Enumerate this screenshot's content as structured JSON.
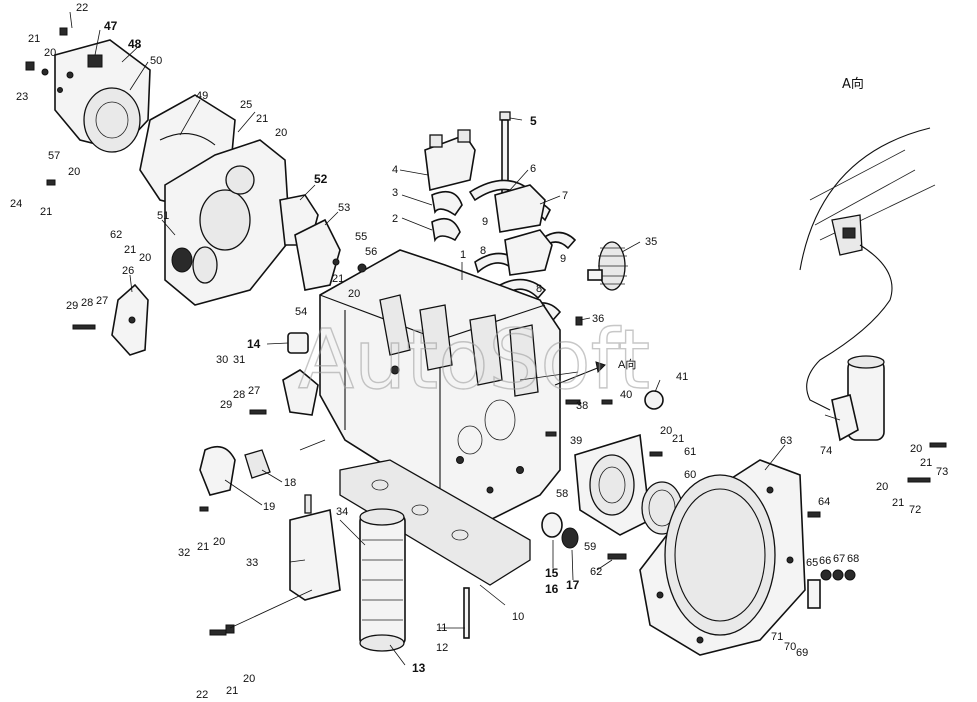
{
  "diagram": {
    "view_title": "A向",
    "watermark": "AutoSoft",
    "a_arrow_label": "A向",
    "labels": {
      "l22a": "22",
      "l47": "47",
      "l21a": "21",
      "l20a": "20",
      "l48": "48",
      "l50": "50",
      "l23": "23",
      "l49": "49",
      "l25": "25",
      "l21b": "21",
      "l20b": "20",
      "l57": "57",
      "l20c": "20",
      "l24": "24",
      "l21c": "21",
      "l52": "52",
      "l53": "53",
      "l51": "51",
      "l62a": "62",
      "l21d": "21",
      "l20d": "20",
      "l26": "26",
      "l29a": "29",
      "l28a": "28",
      "l27a": "27",
      "l5": "5",
      "l4": "4",
      "l6": "6",
      "l3": "3",
      "l7": "7",
      "l2": "2",
      "l9a": "9",
      "l1": "1",
      "l8a": "8",
      "l9b": "9",
      "l8b": "8",
      "l35": "35",
      "l55": "55",
      "l56": "56",
      "l21e": "21",
      "l20e": "20",
      "l54": "54",
      "l14": "14",
      "l30": "30",
      "l31": "31",
      "l28b": "28",
      "l27b": "27",
      "l29b": "29",
      "l36": "36",
      "l41": "41",
      "l38": "38",
      "l40": "40",
      "l39": "39",
      "l20f": "20",
      "l21f": "21",
      "l61": "61",
      "l60": "60",
      "l58": "58",
      "l18": "18",
      "l19": "19",
      "l32": "32",
      "l21g": "21",
      "l20g": "20",
      "l33": "33",
      "l34": "34",
      "l15": "15",
      "l16": "16",
      "l17": "17",
      "l59": "59",
      "l62b": "62",
      "l10": "10",
      "l11": "11",
      "l12": "12",
      "l13": "13",
      "l22b": "22",
      "l21h": "21",
      "l20h": "20",
      "l63": "63",
      "l64": "64",
      "l65": "65",
      "l66": "66",
      "l67": "67",
      "l68": "68",
      "l71": "71",
      "l70": "70",
      "l69": "69",
      "l74": "74",
      "l20i": "20",
      "l21i": "21",
      "l73": "73",
      "l20j": "20",
      "l21j": "21",
      "l72": "72"
    }
  }
}
